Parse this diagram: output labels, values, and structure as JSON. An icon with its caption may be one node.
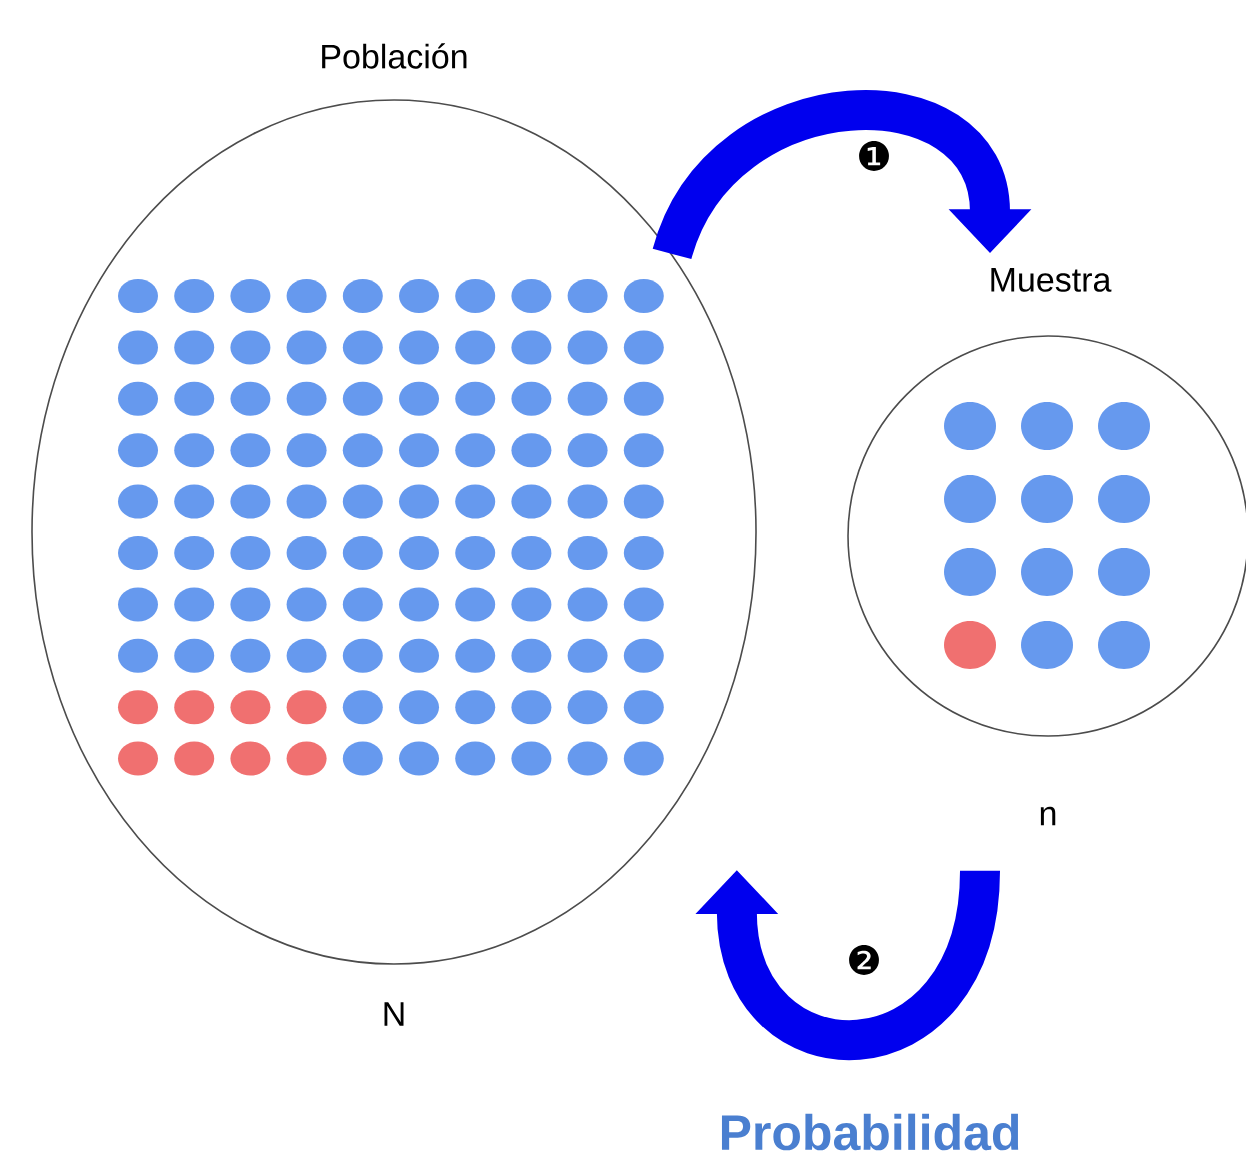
{
  "diagram": {
    "nodes": [
      {
        "text": [
          "Población"
        ],
        "beside": [
          "N"
        ]
      },
      {
        "text": [
          "Muestra"
        ],
        "beside": [
          "n"
        ]
      }
    ],
    "edges": [
      {
        "from": 0,
        "to": 1,
        "arrow": "to",
        "label": "❶"
      },
      {
        "from": 1,
        "to": 0,
        "arrow": "to",
        "label": "❷"
      }
    ],
    "labels": [
      "Probabilidad"
    ]
  }
}
